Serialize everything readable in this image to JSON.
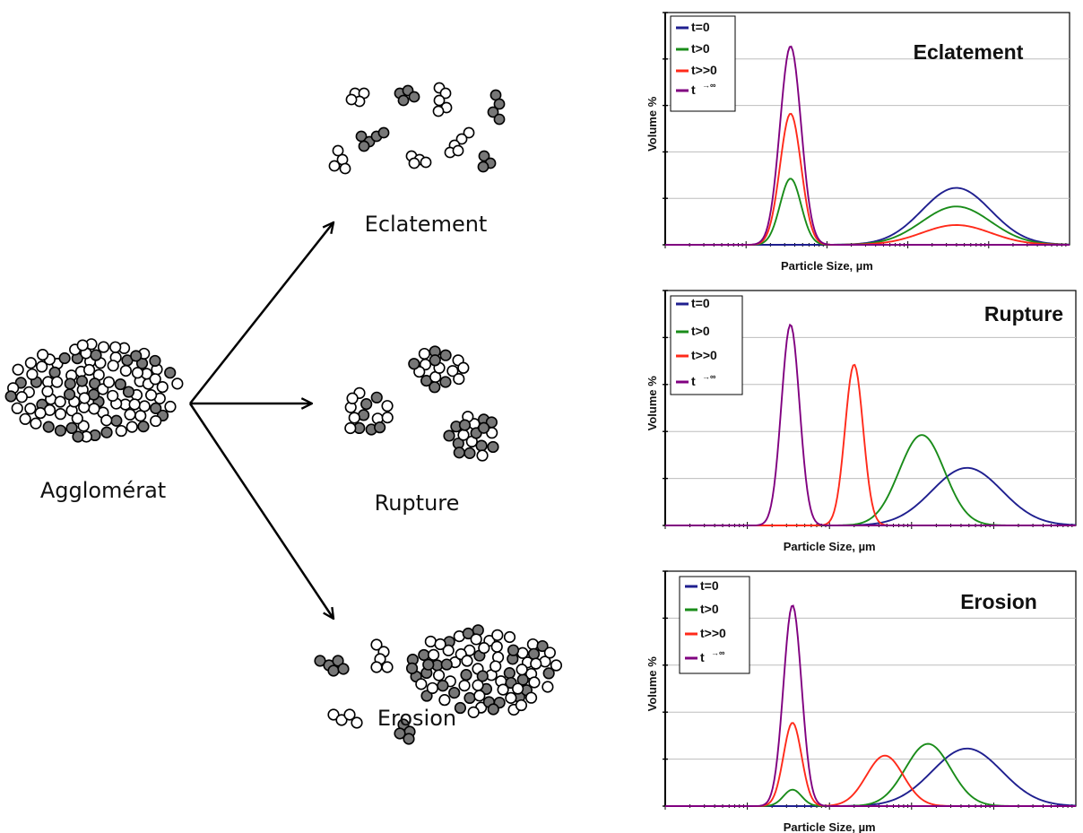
{
  "diagram": {
    "agglomerate_label": "Agglomérat",
    "eclatement_label": "Eclatement",
    "rupture_label": "Rupture",
    "erosion_label": "Erosion",
    "particle_fill_dark": "#777777",
    "particle_fill_light": "#ffffff"
  },
  "legend_symbol": {
    "arrow": "→",
    "infinity": "∞"
  },
  "chart_data": [
    {
      "type": "line",
      "title": "Eclatement",
      "xlabel": "Particle Size, µm",
      "ylabel": "Volume %",
      "grid": true,
      "legend_position": "top-left",
      "series": [
        {
          "name": "t=0",
          "color": "#1f1f8f",
          "peaks": [
            {
              "center": 0.72,
              "width": 0.085,
              "height": 0.245
            }
          ]
        },
        {
          "name": "t>0",
          "color": "#1a8c1a",
          "peaks": [
            {
              "center": 0.31,
              "width": 0.026,
              "height": 0.285
            },
            {
              "center": 0.72,
              "width": 0.085,
              "height": 0.165
            }
          ]
        },
        {
          "name": "t>>0",
          "color": "#ff2a1a",
          "peaks": [
            {
              "center": 0.31,
              "width": 0.026,
              "height": 0.565
            },
            {
              "center": 0.72,
              "width": 0.085,
              "height": 0.085
            }
          ]
        },
        {
          "name": "t",
          "color": "#800080",
          "superscript": true,
          "peaks": [
            {
              "center": 0.31,
              "width": 0.026,
              "height": 0.855
            }
          ]
        }
      ]
    },
    {
      "type": "line",
      "title": "Rupture",
      "xlabel": "Particle Size, µm",
      "ylabel": "Volume %",
      "grid": true,
      "legend_position": "top-left",
      "series": [
        {
          "name": "t=0",
          "color": "#1f1f8f",
          "peaks": [
            {
              "center": 0.735,
              "width": 0.085,
              "height": 0.245
            }
          ]
        },
        {
          "name": "t>0",
          "color": "#1a8c1a",
          "peaks": [
            {
              "center": 0.625,
              "width": 0.055,
              "height": 0.385
            }
          ]
        },
        {
          "name": "t>>0",
          "color": "#ff2a1a",
          "peaks": [
            {
              "center": 0.46,
              "width": 0.022,
              "height": 0.685
            }
          ]
        },
        {
          "name": "t",
          "color": "#800080",
          "superscript": true,
          "peaks": [
            {
              "center": 0.305,
              "width": 0.022,
              "height": 0.855
            }
          ]
        }
      ]
    },
    {
      "type": "line",
      "title": "Erosion",
      "xlabel": "Particle Size, µm",
      "ylabel": "Volume %",
      "grid": true,
      "legend_position": "top-left",
      "series": [
        {
          "name": "t=0",
          "color": "#1f1f8f",
          "peaks": [
            {
              "center": 0.735,
              "width": 0.085,
              "height": 0.245
            }
          ]
        },
        {
          "name": "t>0",
          "color": "#1a8c1a",
          "peaks": [
            {
              "center": 0.31,
              "width": 0.022,
              "height": 0.07
            },
            {
              "center": 0.64,
              "width": 0.055,
              "height": 0.265
            }
          ]
        },
        {
          "name": "t>>0",
          "color": "#ff2a1a",
          "peaks": [
            {
              "center": 0.31,
              "width": 0.022,
              "height": 0.355
            },
            {
              "center": 0.535,
              "width": 0.045,
              "height": 0.215
            }
          ]
        },
        {
          "name": "t",
          "color": "#800080",
          "superscript": true,
          "peaks": [
            {
              "center": 0.31,
              "width": 0.022,
              "height": 0.855
            }
          ]
        }
      ]
    }
  ]
}
